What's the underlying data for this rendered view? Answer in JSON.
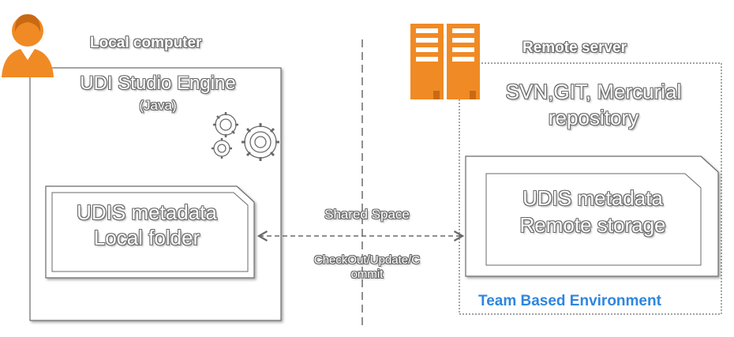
{
  "local": {
    "title": "Local computer",
    "engine_title": "UDI Studio Engine",
    "engine_subtitle": "(Java)",
    "folder_line1": "UDIS metadata",
    "folder_line2": "Local folder"
  },
  "remote": {
    "title": "Remote server",
    "repo_line1": "SVN,GIT, Mercurial",
    "repo_line2": "repository",
    "storage_line1": "UDIS metadata",
    "storage_line2": "Remote  storage",
    "team_label": "Team Based Environment"
  },
  "link": {
    "shared_label": "Shared  Space",
    "action_line1": "CheckOut/Update/C",
    "action_line2": "ommit"
  },
  "colors": {
    "accent_orange": "#f08a24",
    "team_blue": "#2e86de",
    "outline_gray": "#6a6a6a"
  },
  "icons": [
    "user-icon",
    "gears-icon",
    "server-icon",
    "double-arrow-icon"
  ]
}
